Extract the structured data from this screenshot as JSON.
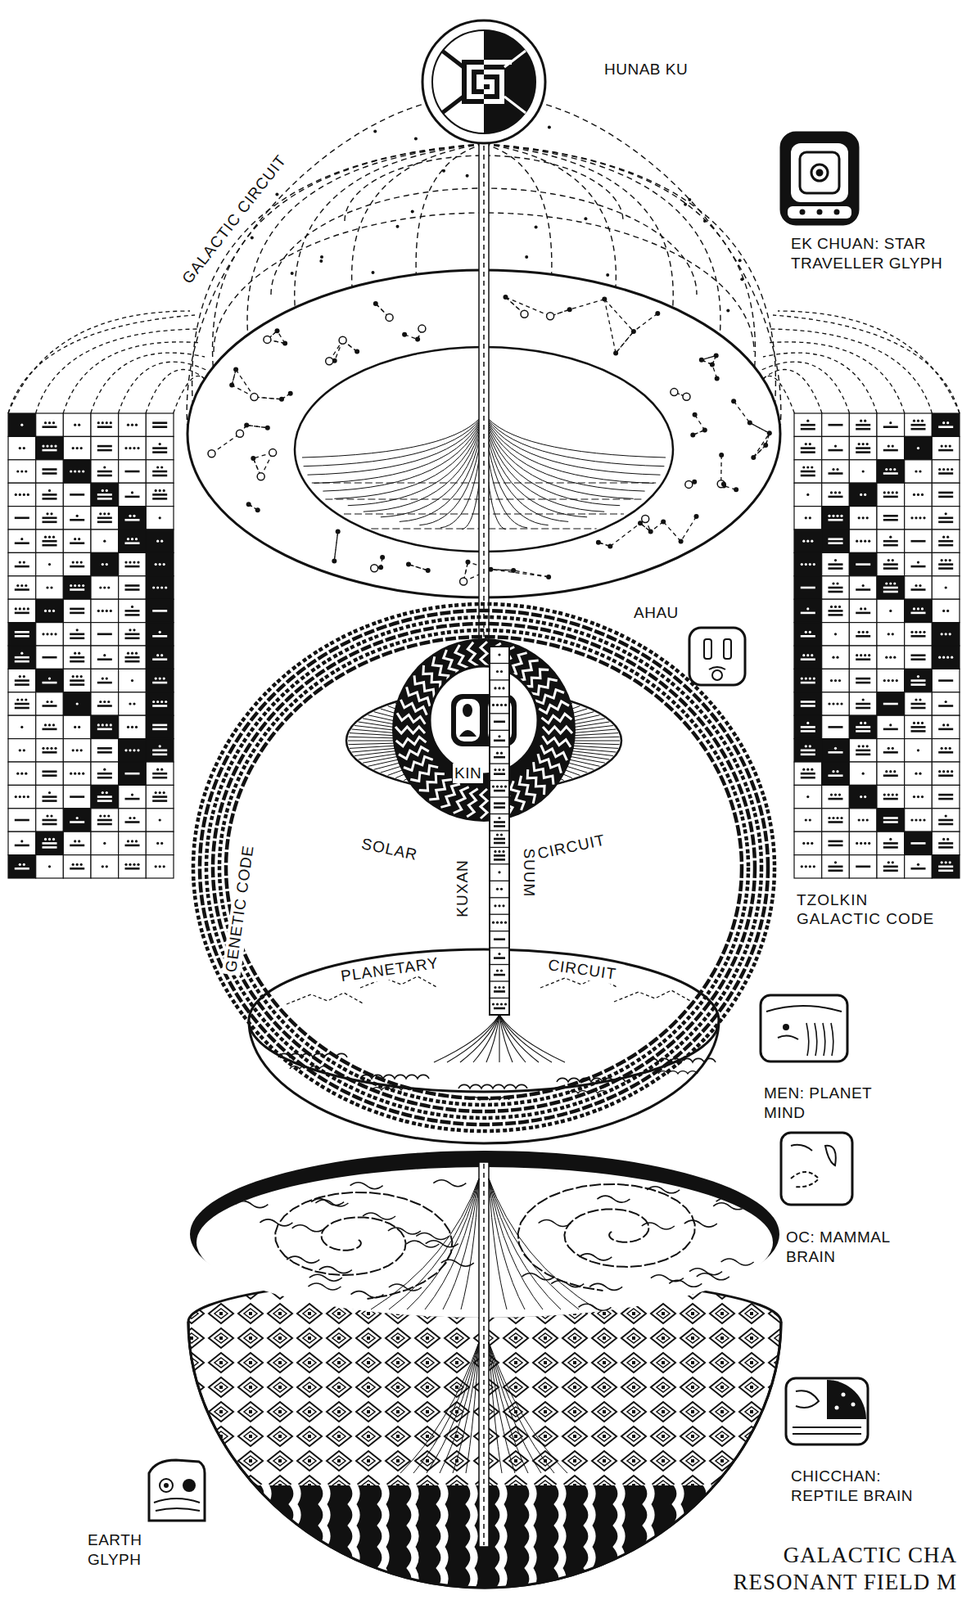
{
  "diagram": {
    "caption": "GALACTIC CHA RESONANT FIELD M",
    "nodes": [
      {
        "text": [
          "HUNAB KU"
        ]
      },
      {
        "text": [
          "EK CHUAN: STAR TRAVELLER GLYPH"
        ]
      },
      {
        "text": [
          "AHAU"
        ]
      },
      {
        "text": [
          "KIN"
        ]
      },
      {
        "text": [
          "MEN: PLANET MIND"
        ]
      },
      {
        "text": [
          "OC: MAMMAL BRAIN"
        ]
      },
      {
        "text": [
          "CHICCHAN: REPTILE BRAIN"
        ]
      },
      {
        "text": [
          "EARTH GLYPH"
        ]
      }
    ],
    "labels": [
      "GALACTIC CIRCUIT",
      "SOLAR",
      "CIRCUIT",
      "GENETIC CODE",
      "KUXAN",
      "SUUM",
      "PLANETARY",
      "CIRCUIT",
      "TZOLKIN GALACTIC CODE"
    ]
  }
}
